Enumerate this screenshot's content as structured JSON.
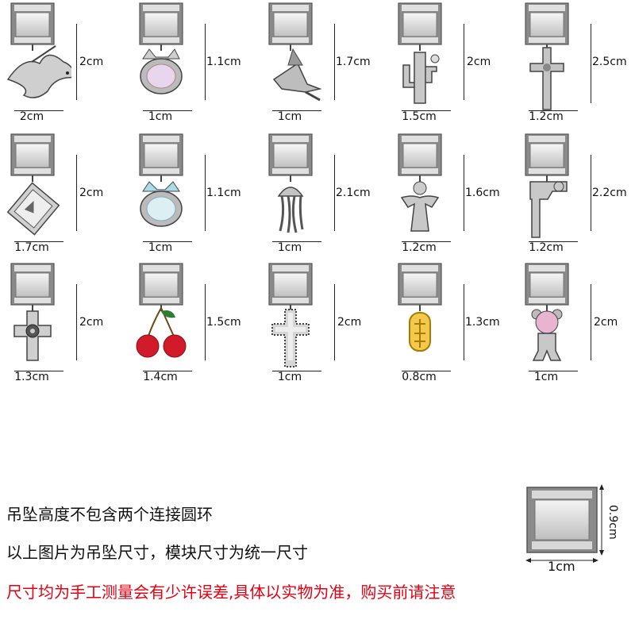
{
  "colors": {
    "text": "#111111",
    "warning": "#e60012",
    "metal": "#c8c8c8",
    "metal_dark": "#6b6b6b"
  },
  "charms": [
    {
      "icon": "dove-charm-icon",
      "height": "2cm",
      "width": "2cm"
    },
    {
      "icon": "cat-crystal-charm-icon",
      "height": "1.1cm",
      "width": "1cm"
    },
    {
      "icon": "witch-charm-icon",
      "height": "1.7cm",
      "width": "1cm"
    },
    {
      "icon": "cactus-charm-icon",
      "height": "2cm",
      "width": "1.5cm"
    },
    {
      "icon": "ornate-cross-charm-icon",
      "height": "2.5cm",
      "width": "1.2cm"
    },
    {
      "icon": "tarot-card-charm-icon",
      "height": "2cm",
      "width": "1.7cm"
    },
    {
      "icon": "blue-ear-cat-crystal-charm-icon",
      "height": "1.1cm",
      "width": "1cm"
    },
    {
      "icon": "jellyfish-charm-icon",
      "height": "2.1cm",
      "width": "1cm"
    },
    {
      "icon": "angel-charm-icon",
      "height": "1.6cm",
      "width": "1.2cm"
    },
    {
      "icon": "revolver-charm-icon",
      "height": "2.2cm",
      "width": "1.2cm"
    },
    {
      "icon": "rose-cross-charm-icon",
      "height": "2cm",
      "width": "1.3cm"
    },
    {
      "icon": "cherry-charm-icon",
      "height": "1.5cm",
      "width": "1.4cm"
    },
    {
      "icon": "beaded-cross-charm-icon",
      "height": "2cm",
      "width": "1cm"
    },
    {
      "icon": "gold-tag-charm-icon",
      "height": "1.3cm",
      "width": "0.8cm"
    },
    {
      "icon": "pink-bear-charm-icon",
      "height": "2cm",
      "width": "1cm"
    }
  ],
  "module": {
    "height": "0.9cm",
    "width": "1cm"
  },
  "notes": [
    "吊坠高度不包含两个连接圆环",
    "以上图片为吊坠尺寸，模块尺寸为统一尺寸",
    "尺寸均为手工测量会有少许误差,具体以实物为准，购买前请注意"
  ]
}
